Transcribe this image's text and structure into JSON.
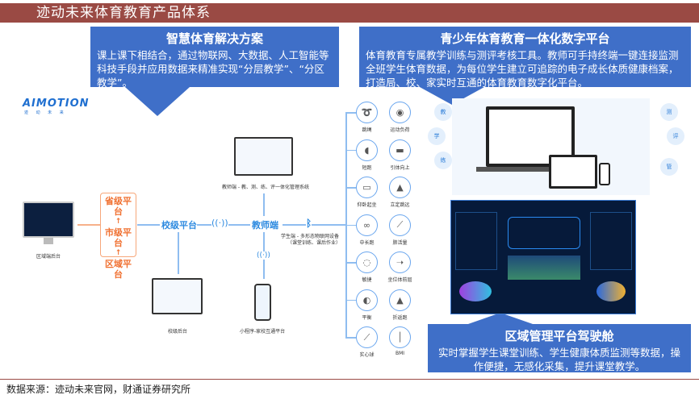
{
  "title": "迹动未来体育教育产品体系",
  "callout_left": {
    "title": "智慧体育解决方案",
    "body": "课上课下相结合，通过物联网、大数据、人工智能等科技手段并应用数据来精准实现“分层教学”、“分区教学”。"
  },
  "callout_right": {
    "title": "青少年体育教育一体化数字平台",
    "body": "体育教育专属教学训练与测评考核工具。教师可手持终端一键连接监测全班学生体育数据，为每位学生建立可追踪的电子成长体质健康档案，打造局、校、家实时互通的体育教育数字化平台。"
  },
  "callout_bottom": {
    "title": "区域管理平台驾驶舱",
    "body": "实时掌握学生课堂训练、学生健康体质监测等数据，操作便捷，无感化采集，提升课堂教学。"
  },
  "logo": {
    "text": "AIMOTION",
    "sub": "迹 动 未 来"
  },
  "diagram": {
    "region_backend": "区域端后台",
    "levels": [
      "省级平台",
      "市级平台",
      "区域平台"
    ],
    "school_platform": "校级平台",
    "teacher": "教师端",
    "teacher_system": "教师端 - 教、测、练、评一体化管理系统",
    "student": "学生端 - 多形态物联网设备",
    "student_sub": "（课堂训练、课后作业）",
    "school_backend": "校级后台",
    "mini_program": "小程序-家校互通平台"
  },
  "devices": [
    "跳绳",
    "运动负荷",
    "短跑",
    "引体向上",
    "仰卧起坐",
    "立定跳远",
    "中长跑",
    "肺活量",
    "敏捷",
    "坐位体前屈",
    "平衡",
    "折返跑",
    "实心球",
    "BMI"
  ],
  "bubbles": [
    "教",
    "学",
    "练",
    "测",
    "评",
    "管"
  ],
  "source": "数据来源：迹动未来官网，财通证券研究所",
  "colors": {
    "title_bar": "#9a4a44",
    "callout": "#3f6fc8",
    "diagram_blue": "#2f8be0",
    "orange": "#f07030"
  }
}
